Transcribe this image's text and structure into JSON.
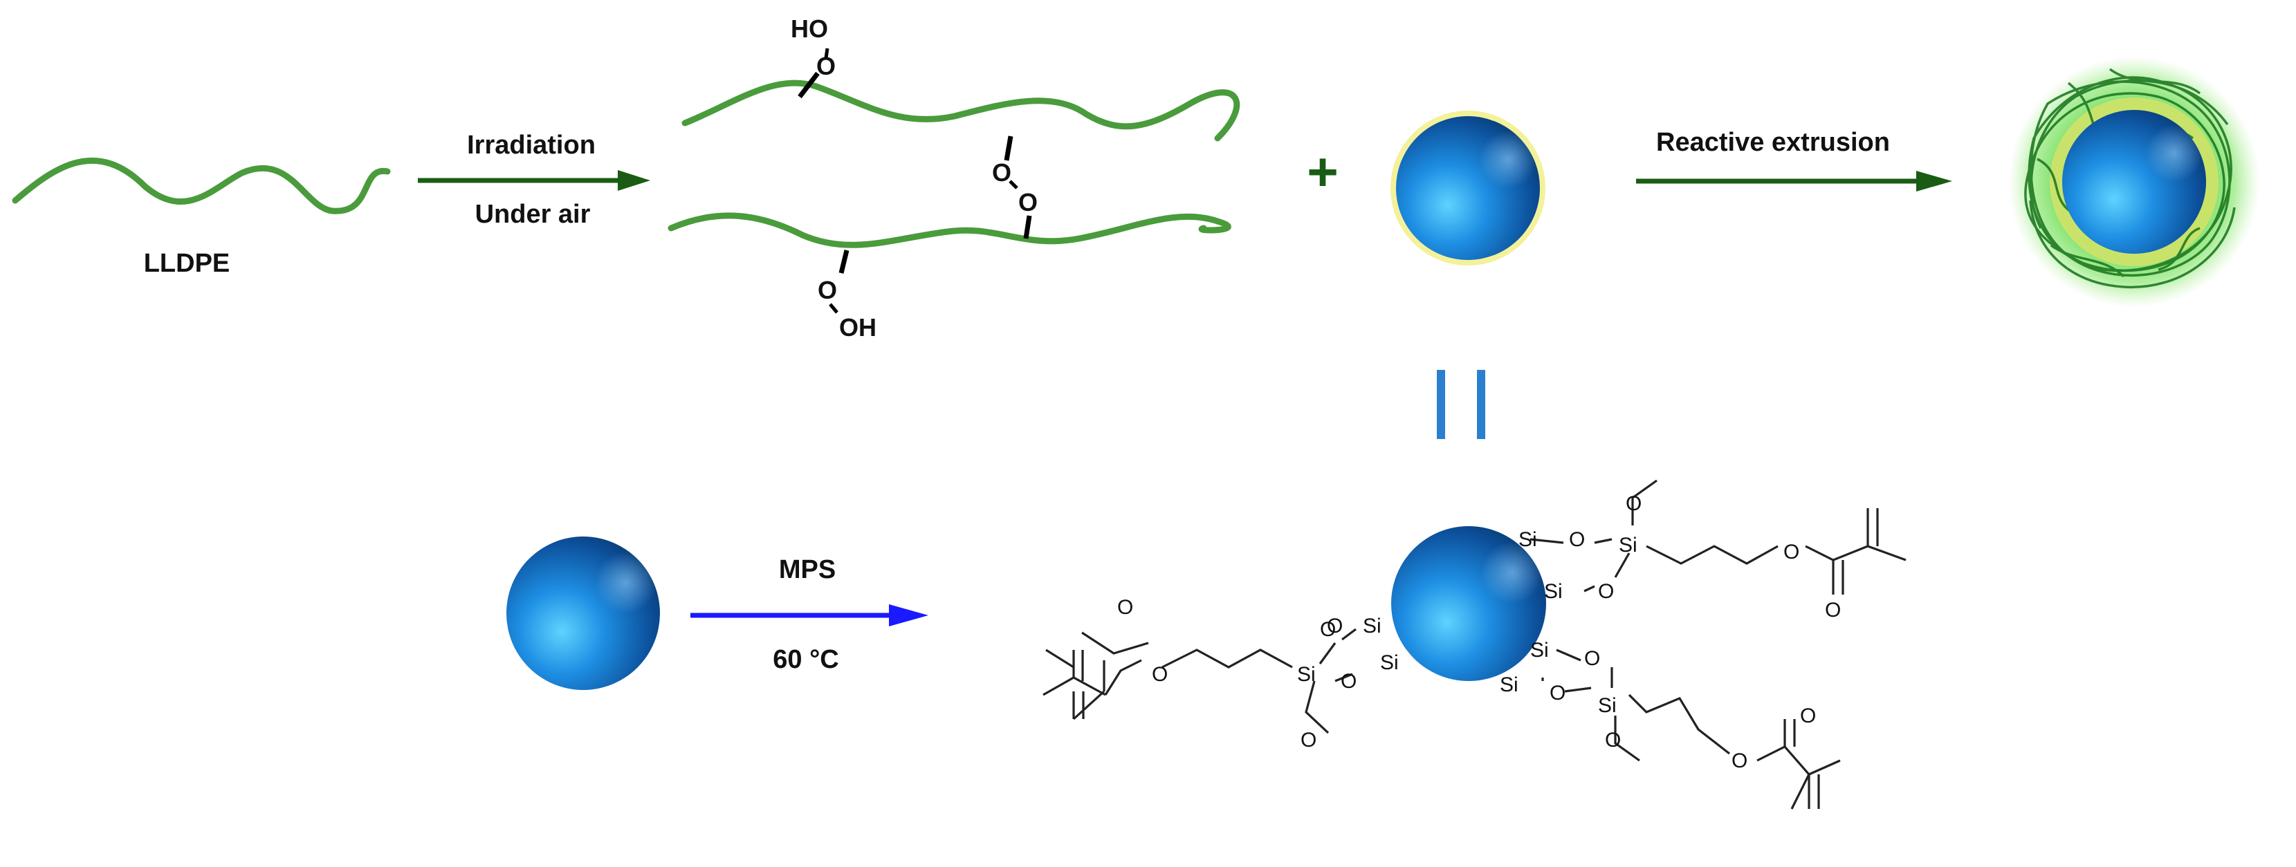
{
  "step1": {
    "reactant_label": "LLDPE",
    "arrow_top": "Irradiation",
    "arrow_bottom": "Under air"
  },
  "plus": "+",
  "step2": {
    "arrow_top": "Reactive extrusion"
  },
  "equals": "||",
  "step3": {
    "arrow_top": "MPS",
    "arrow_bottom": "60 °C"
  },
  "hydroperoxide_atoms": {
    "top_H": "HO",
    "top_O": "O",
    "mid_O1": "O",
    "mid_O2": "O",
    "bot_O": "O",
    "bot_H": "OH"
  },
  "atoms": {
    "si": "Si",
    "o": "O"
  },
  "colors": {
    "polymer_green": "#4a9b3c",
    "arrow_dark_green": "#1a5c14",
    "arrow_blue": "#1a1aff",
    "particle_blue": "#1e7fd6",
    "equals_blue": "#2a7fd0",
    "shell_yellow": "#e8e870"
  }
}
